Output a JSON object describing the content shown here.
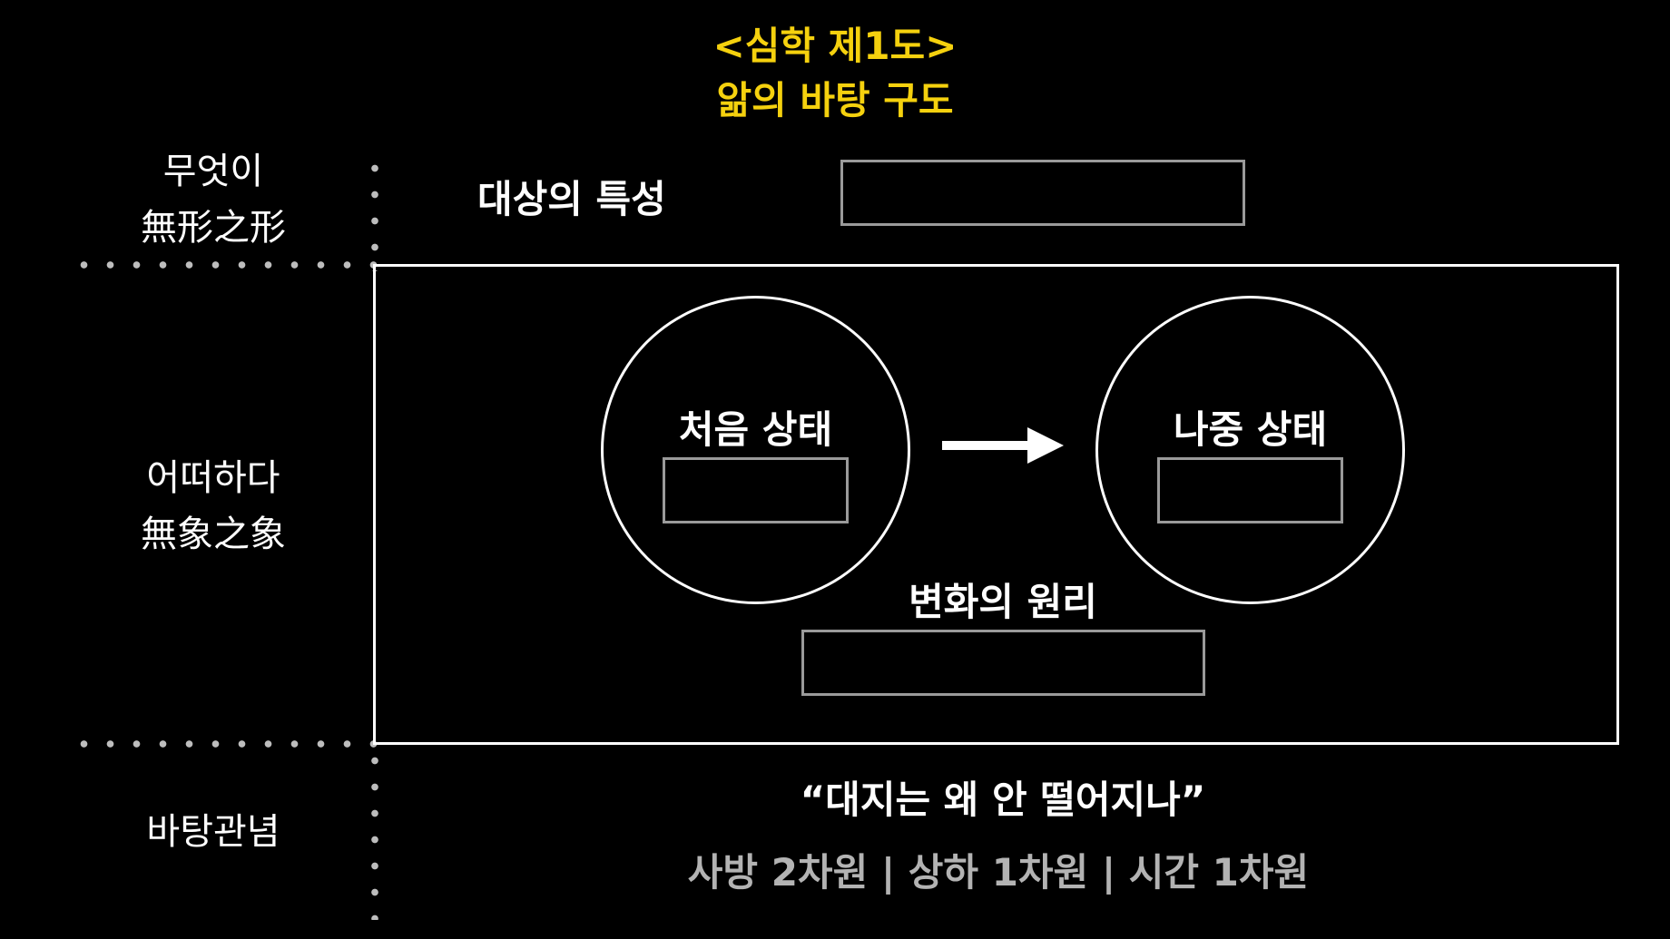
{
  "title": {
    "line1": "<심학 제1도>",
    "line2": "앎의 바탕 구도"
  },
  "side_labels": {
    "what": {
      "line1": "무엇이",
      "line2": "無形之形"
    },
    "how": {
      "line1": "어떠하다",
      "line2": "無象之象"
    },
    "basis": {
      "line1": "바탕관념"
    }
  },
  "object_trait": {
    "label": "대상의 특성"
  },
  "initial_state": {
    "label": "처음 상태"
  },
  "later_state": {
    "label": "나중 상태"
  },
  "principle": {
    "label": "변화의 원리"
  },
  "caption": {
    "quote": "“대지는 왜 안 떨어지나”",
    "dimensions": "사방 2차원 | 상하 1차원 | 시간 1차원"
  },
  "colors": {
    "background": "#000000",
    "title": "#f5d10e",
    "text": "#ffffff",
    "slot_border": "#9a9a9a",
    "dimension_text": "#b3b3b3"
  },
  "icons": {
    "arrow": "right-arrow-icon"
  }
}
